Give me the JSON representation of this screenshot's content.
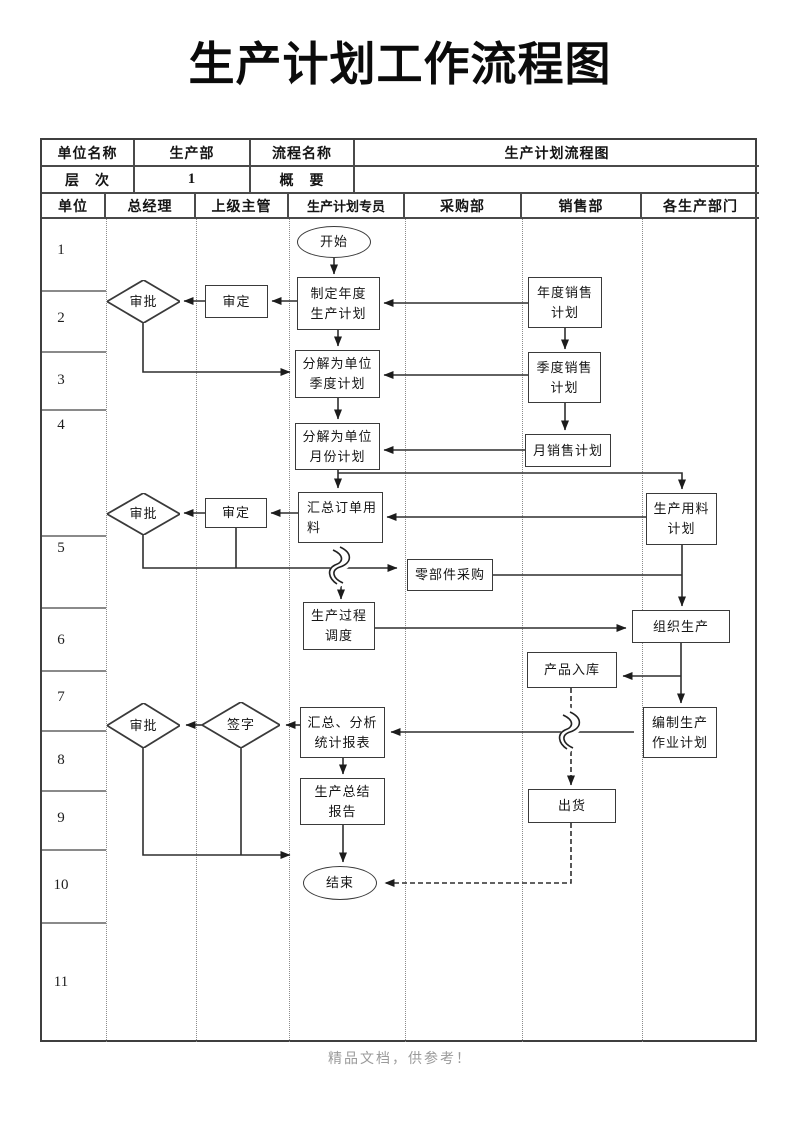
{
  "page": {
    "title": "生产计划工作流程图",
    "footer": "精品文档，供参考！"
  },
  "info_table": {
    "unit_label": "单位名称",
    "unit_value": "生产部",
    "flow_label": "流程名称",
    "flow_value": "生产计划流程图",
    "level_label": "层　次",
    "level_value": "1",
    "summary_label": "概　要",
    "summary_value": ""
  },
  "columns": [
    "单位",
    "总经理",
    "上级主管",
    "生产计划专员",
    "采购部",
    "销售部",
    "各生产部门"
  ],
  "row_numbers": [
    "1",
    "2",
    "3",
    "4",
    "5",
    "6",
    "7",
    "8",
    "9",
    "10",
    "11"
  ],
  "nodes": {
    "start": {
      "type": "terminator",
      "lines": [
        "开始"
      ]
    },
    "plan_annual": {
      "type": "process",
      "lines": [
        "制定年度",
        "生产计划"
      ]
    },
    "review1": {
      "type": "process",
      "lines": [
        "审定"
      ]
    },
    "approve1": {
      "type": "decision",
      "lines": [
        "审批"
      ]
    },
    "annual_sales": {
      "type": "process",
      "lines": [
        "年度销售",
        "计划"
      ]
    },
    "split_quarter": {
      "type": "process",
      "lines": [
        "分解为单位",
        "季度计划"
      ]
    },
    "quarter_sales": {
      "type": "process",
      "lines": [
        "季度销售",
        "计划"
      ]
    },
    "split_month": {
      "type": "process",
      "lines": [
        "分解为单位",
        "月份计划"
      ]
    },
    "month_sales": {
      "type": "process",
      "lines": [
        "月销售计划"
      ]
    },
    "sum_order": {
      "type": "process",
      "lines": [
        "汇总订单用",
        "料"
      ]
    },
    "review2": {
      "type": "process",
      "lines": [
        "审定"
      ]
    },
    "approve2": {
      "type": "decision",
      "lines": [
        "审批"
      ]
    },
    "material_plan": {
      "type": "process",
      "lines": [
        "生产用料",
        "计划"
      ]
    },
    "parts_purchase": {
      "type": "process",
      "lines": [
        "零部件采购"
      ]
    },
    "process_dispatch": {
      "type": "process",
      "lines": [
        "生产过程",
        "调度"
      ]
    },
    "organize": {
      "type": "process",
      "lines": [
        "组织生产"
      ]
    },
    "product_in": {
      "type": "process",
      "lines": [
        "产品入库"
      ]
    },
    "work_plan": {
      "type": "process",
      "lines": [
        "编制生产",
        "作业计划"
      ]
    },
    "sum_report": {
      "type": "process",
      "lines": [
        "汇总、分析",
        "统计报表"
      ]
    },
    "sign": {
      "type": "decision",
      "lines": [
        "签字"
      ]
    },
    "approve3": {
      "type": "decision",
      "lines": [
        "审批"
      ]
    },
    "summary": {
      "type": "process",
      "lines": [
        "生产总结",
        "报告"
      ]
    },
    "ship": {
      "type": "process",
      "lines": [
        "出货"
      ]
    },
    "end": {
      "type": "terminator",
      "lines": [
        "结束"
      ]
    }
  },
  "colors": {
    "line": "#2e2e2e",
    "node_border": "#3a3a3a",
    "grid_dotted": "#8b8b8b",
    "unit_row_line": "#8a8a8a",
    "footer_text": "#9b9b9b",
    "title_text": "#0b0b0b"
  }
}
